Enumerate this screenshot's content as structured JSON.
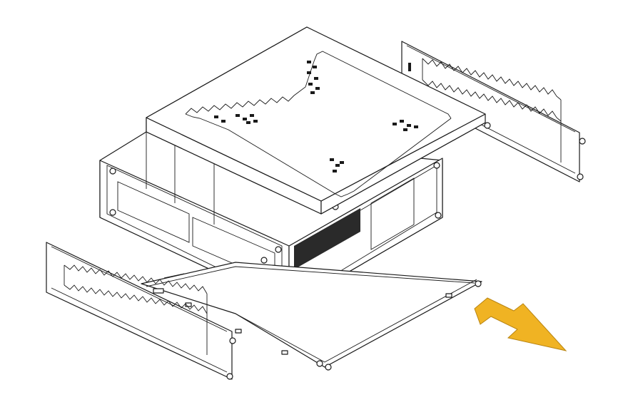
{
  "diagram": {
    "colors": {
      "line": "#1a1a1a",
      "panel_fill": "#ffffff",
      "arrow_fill": "#f0b323",
      "arrow_stroke": "#b88412"
    },
    "parts": [
      {
        "id": "top-cover",
        "icon": "perforated-cover-panel"
      },
      {
        "id": "chassis",
        "icon": "pc-chassis-frame"
      },
      {
        "id": "right-side-panel",
        "icon": "side-panel"
      },
      {
        "id": "left-side-panel",
        "icon": "side-panel"
      },
      {
        "id": "bottom-tray",
        "icon": "slide-out-tray"
      },
      {
        "id": "removal-arrow",
        "icon": "direction-arrow"
      }
    ]
  }
}
